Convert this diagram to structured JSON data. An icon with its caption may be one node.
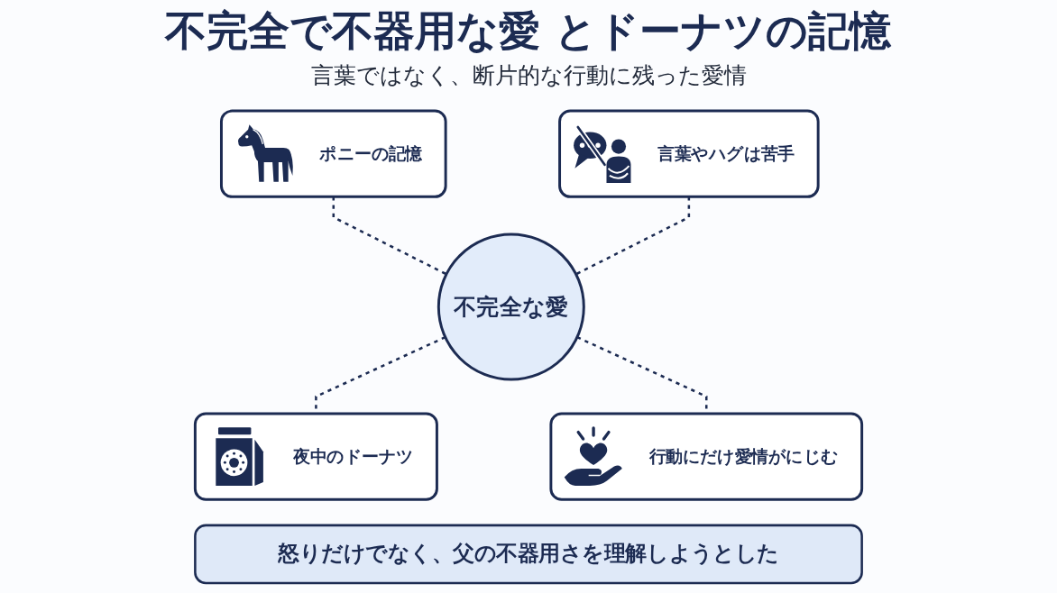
{
  "diagram": {
    "title": "不完全で不器用な愛 とドーナツの記憶",
    "nodes": [
      {
        "text": [
          "ポニーの記憶"
        ]
      },
      {
        "text": [
          "言葉やハグは苦手"
        ]
      },
      {
        "text": [
          "不完全な愛"
        ]
      },
      {
        "text": [
          "夜中のドーナツ"
        ]
      },
      {
        "text": [
          "行動にだけ愛情がにじむ"
        ]
      },
      {
        "text": [
          "怒りだけでなく、父の不器用さを理解しようとした"
        ]
      }
    ],
    "edges": [
      {
        "from": 0,
        "to": 2,
        "arrow": "none",
        "style": "dashed"
      },
      {
        "from": 1,
        "to": 2,
        "arrow": "none",
        "style": "dashed"
      },
      {
        "from": 2,
        "to": 3,
        "arrow": "none",
        "style": "dashed"
      },
      {
        "from": 2,
        "to": 4,
        "arrow": "none",
        "style": "dashed"
      }
    ],
    "labels": [
      "言葉ではなく、断片的な行動に残った愛情"
    ]
  }
}
